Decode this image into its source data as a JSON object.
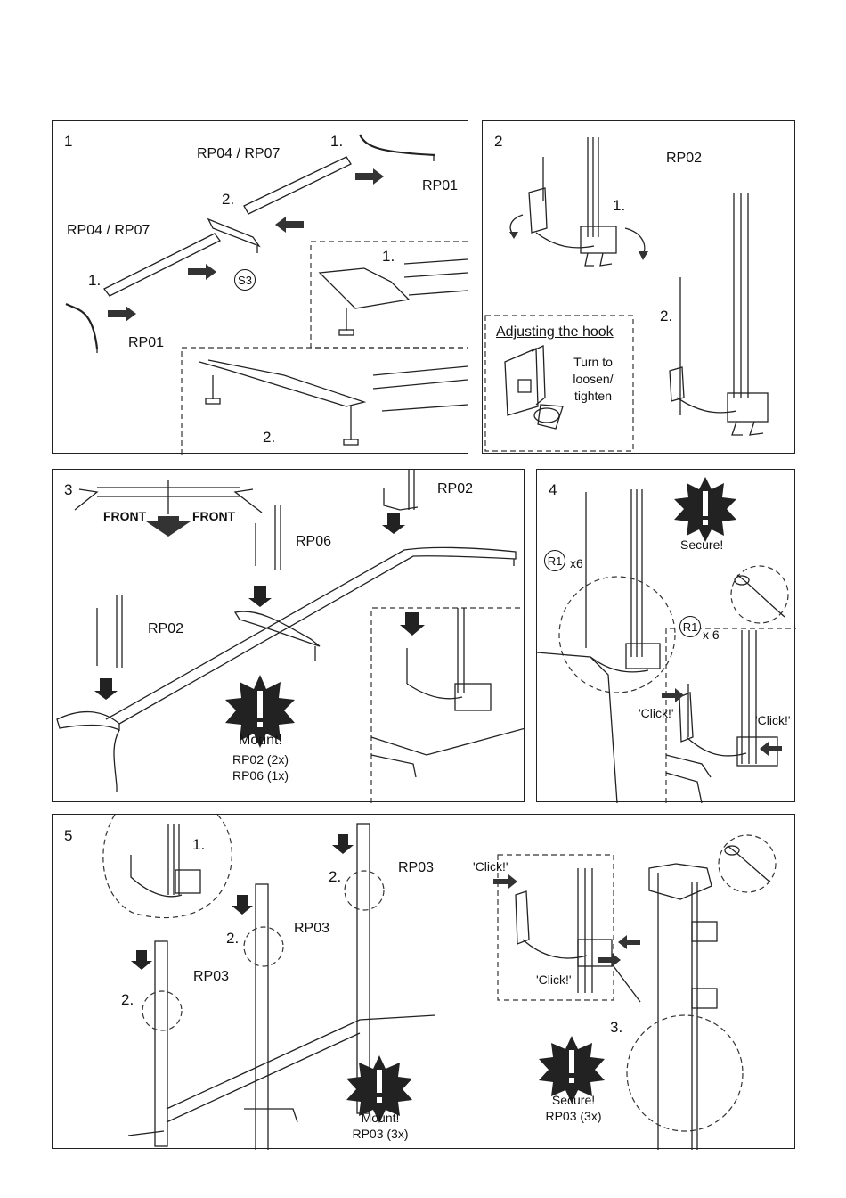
{
  "steps": [
    {
      "number": "1",
      "labels": {
        "rp04_rp07_top": "RP04 /  RP07",
        "rp04_rp07_left": "RP04 /  RP07",
        "rp01_top": "RP01",
        "rp01_bottom": "RP01",
        "s3": "S3",
        "step_1_top": "1.",
        "step_2_top": "2.",
        "step_1_left": "1.",
        "detail_1": "1.",
        "detail_2": "2."
      }
    },
    {
      "number": "2",
      "labels": {
        "rp02": "RP02",
        "step_1": "1.",
        "step_2": "2.",
        "inset_title": "Adjusting the hook",
        "inset_text_1": "Turn to",
        "inset_text_2": "loosen/",
        "inset_text_3": "tighten"
      }
    },
    {
      "number": "3",
      "labels": {
        "front_left": "FRONT",
        "front_right": "FRONT",
        "rp02_top": "RP02",
        "rp06": "RP06",
        "rp02_left": "RP02",
        "mount": "Mount!",
        "mount_line_1": "RP02 (2x)",
        "mount_line_2": "RP06 (1x)"
      }
    },
    {
      "number": "4",
      "labels": {
        "secure": "Secure!",
        "r1_a": "R1",
        "x6_a": "x6",
        "r1_b": "R1",
        "x6_b": "x 6",
        "click_left": "'Click!'",
        "click_right": "'Click!'"
      }
    },
    {
      "number": "5",
      "labels": {
        "step_1": "1.",
        "step_2_a": "2.",
        "step_2_b": "2.",
        "step_2_c": "2.",
        "step_3": "3.",
        "rp03_a": "RP03",
        "rp03_b": "RP03",
        "rp03_c": "RP03",
        "click_a": "'Click!'",
        "click_b": "'Click!'",
        "mount": "Mount!",
        "mount_line": "RP03 (3x)",
        "secure": "Secure!",
        "secure_line": "RP03 (3x)"
      }
    }
  ],
  "icons": [
    "warning-burst-icon",
    "push-arrow-icon",
    "down-arrow-icon",
    "rotate-arrow-icon",
    "cable-tie-icon"
  ]
}
